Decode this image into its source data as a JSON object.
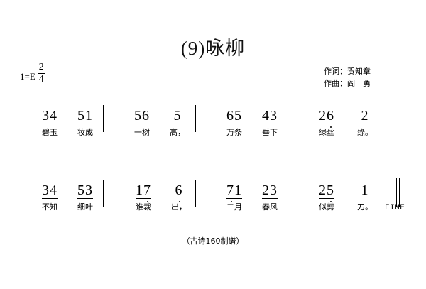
{
  "score": {
    "title": "(9)咏柳",
    "key_label": "1=E",
    "meter_numerator": "2",
    "meter_denominator": "4",
    "credits": [
      "作词：贺知章",
      "作曲：阎　勇"
    ],
    "fine_label": "FINE",
    "footer": "（古诗160制谱）",
    "lines": [
      {
        "measures": [
          {
            "notes": [
              {
                "digits": "34",
                "beamed": true,
                "dot": ""
              },
              {
                "digits": "51",
                "beamed": true,
                "dot": ""
              }
            ],
            "lyrics": [
              "碧玉",
              "妆成"
            ]
          },
          {
            "notes": [
              {
                "digits": "56",
                "beamed": true,
                "dot": ""
              },
              {
                "digits": "5",
                "beamed": false,
                "dot": ""
              }
            ],
            "lyrics": [
              "一树",
              "高，"
            ]
          },
          {
            "notes": [
              {
                "digits": "65",
                "beamed": true,
                "dot": ""
              },
              {
                "digits": "43",
                "beamed": true,
                "dot": ""
              }
            ],
            "lyrics": [
              "万条",
              "垂下"
            ]
          },
          {
            "notes": [
              {
                "digits": "26",
                "beamed": true,
                "dot": "low-right"
              },
              {
                "digits": "2",
                "beamed": false,
                "dot": ""
              }
            ],
            "lyrics": [
              "绿丝",
              "绦。"
            ]
          }
        ]
      },
      {
        "measures": [
          {
            "notes": [
              {
                "digits": "34",
                "beamed": true,
                "dot": ""
              },
              {
                "digits": "53",
                "beamed": true,
                "dot": ""
              }
            ],
            "lyrics": [
              "不知",
              "细叶"
            ]
          },
          {
            "notes": [
              {
                "digits": "17",
                "beamed": true,
                "dot": "low-right"
              },
              {
                "digits": "6",
                "beamed": false,
                "dot": "low"
              }
            ],
            "lyrics": [
              "谁裁",
              "出，"
            ]
          },
          {
            "notes": [
              {
                "digits": "71",
                "beamed": true,
                "dot": "low-left"
              },
              {
                "digits": "23",
                "beamed": true,
                "dot": ""
              }
            ],
            "lyrics": [
              "二月",
              "春风"
            ]
          },
          {
            "notes": [
              {
                "digits": "25",
                "beamed": true,
                "dot": "low-right"
              },
              {
                "digits": "1",
                "beamed": false,
                "dot": ""
              }
            ],
            "lyrics": [
              "似剪",
              "刀。"
            ]
          }
        ]
      }
    ]
  }
}
